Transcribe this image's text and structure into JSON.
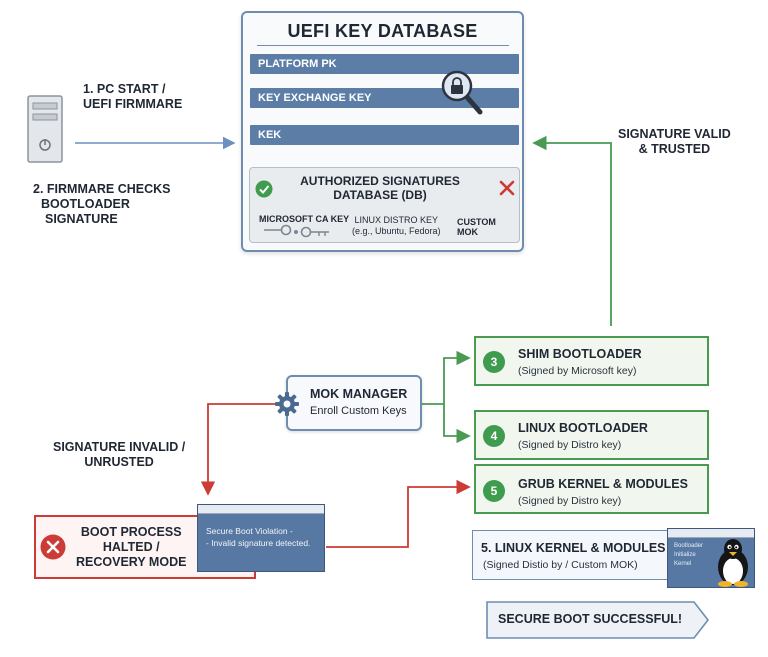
{
  "database": {
    "title": "UEFI KEY DATABASE",
    "bars": [
      "PLATFORM PK",
      "KEY EXCHANGE KEY",
      "KEK"
    ],
    "auth_title_line1": "AUTHORIZED SIGNATURES",
    "auth_title_line2": "DATABASE (DB)",
    "keys": {
      "microsoft": "MICROSOFT CA KEY",
      "linux_line1": "LINUX DISTRO KEY",
      "linux_line2": "(e.g., Ubuntu, Fedora)",
      "custom": "CUSTOM MOK"
    }
  },
  "left": {
    "step1_line1": "1. PC START /",
    "step1_line2": "UEFI FIRMMARE",
    "step2_line1": "2. FIRMMARE CHECKS",
    "step2_line2": "BOOTLOADER",
    "step2_line3": "SIGNATURE"
  },
  "valid": {
    "line1": "SIGNATURE VALID",
    "line2": "& TRUSTED"
  },
  "invalid": {
    "line1": "SIGNATURE INVALID /",
    "line2": "UNRUSTED"
  },
  "mok": {
    "title": "MOK MANAGER",
    "subtitle": "Enroll Custom Keys"
  },
  "steps": [
    {
      "num": "3",
      "title": "SHIM BOOTLOADER",
      "sub": "(Signed by Microsoft key)"
    },
    {
      "num": "4",
      "title": "LINUX BOOTLOADER",
      "sub": "(Signed by Distro key)"
    },
    {
      "num": "5",
      "title": "GRUB KERNEL & MODULES",
      "sub": "(Signed by Distro key)"
    }
  ],
  "kernel": {
    "title": "5. LINUX KERNEL & MODULES",
    "sub": "(Signed Distio by / Custom MOK)"
  },
  "kernel_screen": {
    "items": [
      "Bootloader",
      "Initialize",
      "Kernel"
    ]
  },
  "halted": {
    "line1": "BOOT PROCESS",
    "line2": "HALTED /",
    "line3": "RECOVERY MODE"
  },
  "violation": {
    "line1": "Secure Boot Violation -",
    "line2": "- Invalid signature detected."
  },
  "success": {
    "label": "SECURE BOOT SUCCESSFUL!"
  },
  "colors": {
    "valid": "#4a9a52",
    "invalid": "#cc3b35",
    "arrow_blue": "#6b8fbf",
    "bar": "#5b7da6"
  }
}
